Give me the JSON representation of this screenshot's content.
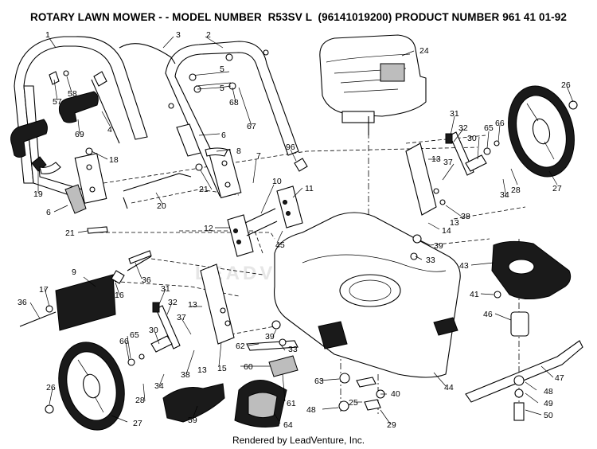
{
  "title": "ROTARY LAWN MOWER - - MODEL NUMBER  R53SV L  (96141019200) PRODUCT NUMBER 961 41 01-92",
  "footer": "Rendered by LeadVenture, Inc.",
  "watermark": "LEADVENTURE",
  "callouts": {
    "c1": "1",
    "c2": "2",
    "c3": "3",
    "c4": "4",
    "c5a": "5",
    "c5b": "5",
    "c6a": "6",
    "c6b": "6",
    "c7": "7",
    "c8": "8",
    "c9": "9",
    "c10": "10",
    "c11": "11",
    "c12": "12",
    "c13a": "13",
    "c13b": "13",
    "c13c": "13",
    "c13d": "13",
    "c14": "14",
    "c15": "15",
    "c16": "16",
    "c17": "17",
    "c18": "18",
    "c19": "19",
    "c20": "20",
    "c21a": "21",
    "c21b": "21",
    "c24": "24",
    "c25": "25",
    "c26a": "26",
    "c26b": "26",
    "c27a": "27",
    "c27b": "27",
    "c28a": "28",
    "c28b": "28",
    "c29": "29",
    "c30a": "30",
    "c30b": "30",
    "c31a": "31",
    "c31b": "31",
    "c32a": "32",
    "c32b": "32",
    "c33a": "33",
    "c33b": "33",
    "c34a": "34",
    "c34b": "34",
    "c36a": "36",
    "c36b": "36",
    "c37a": "37",
    "c37b": "37",
    "c38a": "38",
    "c38b": "38",
    "c39a": "39",
    "c39b": "39",
    "c40": "40",
    "c41": "41",
    "c43": "43",
    "c44": "44",
    "c45": "45",
    "c46": "46",
    "c47": "47",
    "c48a": "48",
    "c48b": "48",
    "c49": "49",
    "c50": "50",
    "c57": "57",
    "c58": "58",
    "c59": "59",
    "c60": "60",
    "c61": "61",
    "c62": "62",
    "c63": "63",
    "c64": "64",
    "c65a": "65",
    "c65b": "65",
    "c66a": "66",
    "c66b": "66",
    "c67": "67",
    "c68": "68",
    "c69": "69",
    "c96": "96"
  }
}
